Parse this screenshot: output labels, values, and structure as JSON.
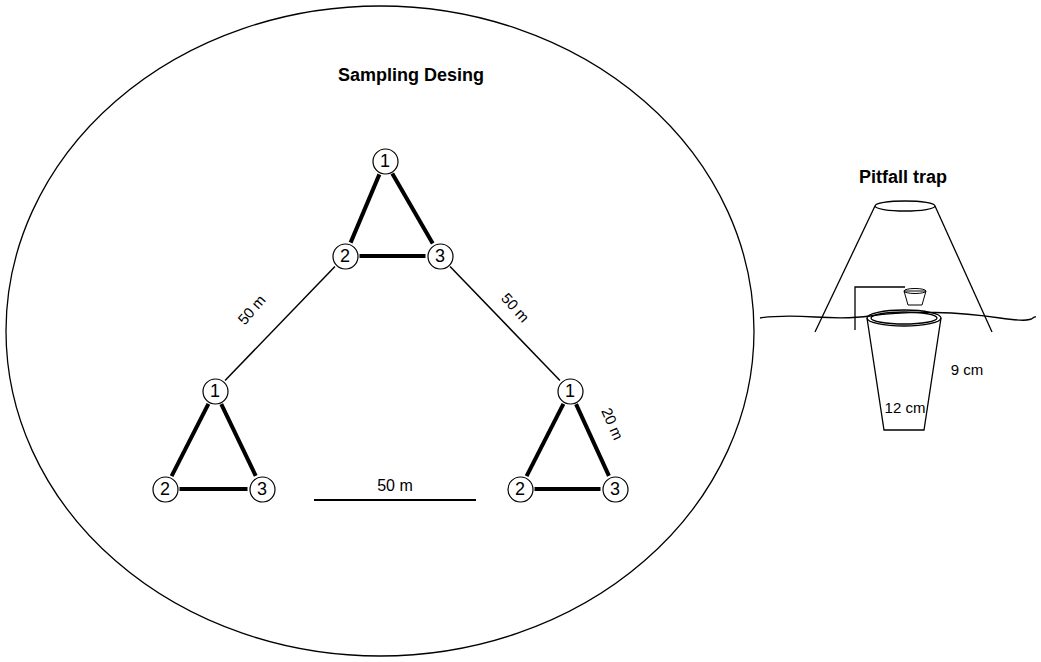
{
  "diagram": {
    "title": "Sampling Desing",
    "nodes": [
      {
        "text": [
          "1"
        ]
      },
      {
        "text": [
          "2"
        ]
      },
      {
        "text": [
          "3"
        ]
      },
      {
        "text": [
          "1"
        ]
      },
      {
        "text": [
          "2"
        ]
      },
      {
        "text": [
          "3"
        ]
      },
      {
        "text": [
          "1"
        ]
      },
      {
        "text": [
          "2"
        ]
      },
      {
        "text": [
          "3"
        ]
      }
    ],
    "edges": [
      {
        "from": 0,
        "to": 1,
        "arrow": "none"
      },
      {
        "from": 0,
        "to": 2,
        "arrow": "none"
      },
      {
        "from": 1,
        "to": 2,
        "arrow": "none"
      },
      {
        "from": 3,
        "to": 4,
        "arrow": "none"
      },
      {
        "from": 3,
        "to": 5,
        "arrow": "none"
      },
      {
        "from": 4,
        "to": 5,
        "arrow": "none"
      },
      {
        "from": 6,
        "to": 7,
        "arrow": "none"
      },
      {
        "from": 6,
        "to": 8,
        "label": "20 m",
        "arrow": "none"
      },
      {
        "from": 7,
        "to": 8,
        "arrow": "none"
      },
      {
        "from": 1,
        "to": 3,
        "label": "50 m",
        "arrow": "none"
      },
      {
        "from": 2,
        "to": 6,
        "label": "50 m",
        "arrow": "none"
      }
    ],
    "labels": [
      "50 m",
      "Pitfall trap",
      "9 cm",
      "12 cm"
    ]
  }
}
